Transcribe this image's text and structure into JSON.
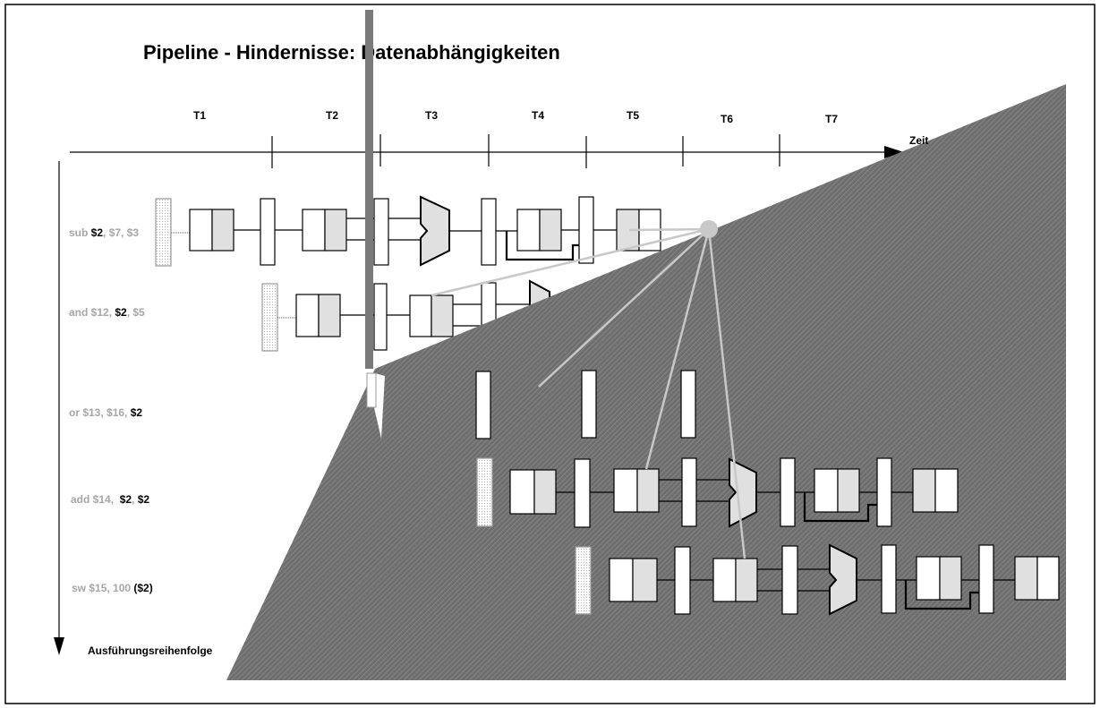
{
  "title": "Pipeline - Hindernisse: Datenabhängigkeiten",
  "time_axis": {
    "label": "Zeit",
    "ticks": [
      "T1",
      "T2",
      "T3",
      "T4",
      "T5",
      "T6",
      "T7"
    ]
  },
  "order_axis": {
    "label": "Ausführungsreihenfolge"
  },
  "instructions": [
    {
      "parts": [
        {
          "t": "sub ",
          "c": "grey"
        },
        {
          "t": "$2",
          "c": "black"
        },
        {
          "t": ", $7, $3",
          "c": "grey"
        }
      ]
    },
    {
      "parts": [
        {
          "t": "and $12, ",
          "c": "grey"
        },
        {
          "t": "$2",
          "c": "black"
        },
        {
          "t": ", $5",
          "c": "grey"
        }
      ]
    },
    {
      "parts": [
        {
          "t": "or $13, $16, ",
          "c": "grey"
        },
        {
          "t": "$2",
          "c": "black"
        }
      ]
    },
    {
      "parts": [
        {
          "t": "add $14,  ",
          "c": "grey"
        },
        {
          "t": "$2",
          "c": "black"
        },
        {
          "t": ", ",
          "c": "grey"
        },
        {
          "t": "$2",
          "c": "black"
        }
      ]
    },
    {
      "parts": [
        {
          "t": "sw $15, 100 ",
          "c": "grey"
        },
        {
          "t": "($2)",
          "c": "black"
        }
      ]
    }
  ],
  "colors": {
    "hatch_bg": "#707070",
    "hatch_line": "#8c8c8c",
    "grey_text": "#a6a6a6",
    "stage_fill": "#e0e0e0",
    "pointer": "#c8c8c8"
  }
}
